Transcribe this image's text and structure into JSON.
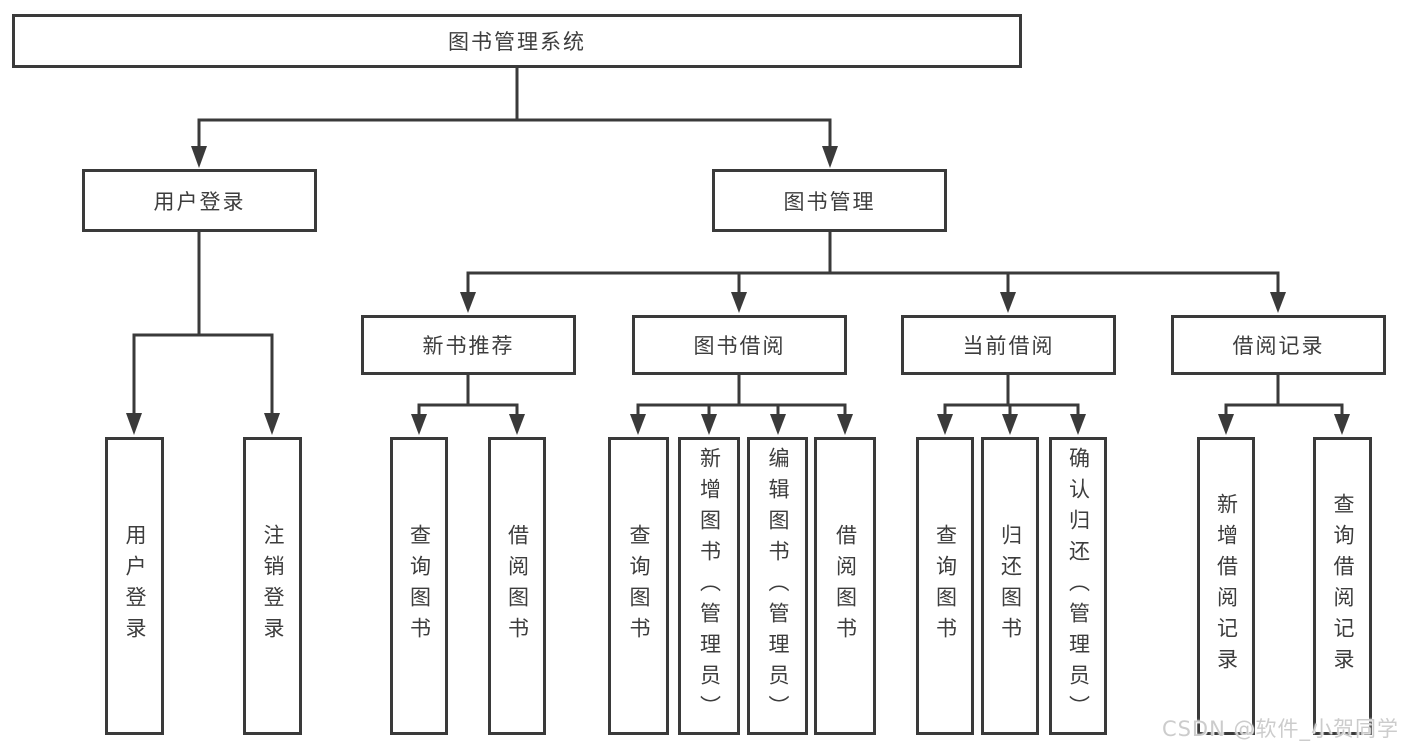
{
  "diagram": {
    "root_label": "图书管理系统",
    "user_login": {
      "label": "用户登录",
      "children": [
        {
          "label": "用户登录"
        },
        {
          "label": "注销登录"
        }
      ]
    },
    "book_management": {
      "label": "图书管理",
      "groups": [
        {
          "label": "新书推荐",
          "children": [
            {
              "label": "查询图书"
            },
            {
              "label": "借阅图书"
            }
          ]
        },
        {
          "label": "图书借阅",
          "children": [
            {
              "label": "查询图书"
            },
            {
              "label": "新增图书（管理员）"
            },
            {
              "label": "编辑图书（管理员）"
            },
            {
              "label": "借阅图书"
            }
          ]
        },
        {
          "label": "当前借阅",
          "children": [
            {
              "label": "查询图书"
            },
            {
              "label": "归还图书"
            },
            {
              "label": "确认归还（管理员）"
            }
          ]
        },
        {
          "label": "借阅记录",
          "children": [
            {
              "label": "新增借阅记录"
            },
            {
              "label": "查询借阅记录"
            }
          ]
        }
      ]
    }
  },
  "watermark": {
    "text": "CSDN @软件_小贺同学"
  },
  "colors": {
    "line": "#3a3a3a",
    "text": "#3d3d3d",
    "background": "#ffffff",
    "watermark": "#cccccc"
  }
}
